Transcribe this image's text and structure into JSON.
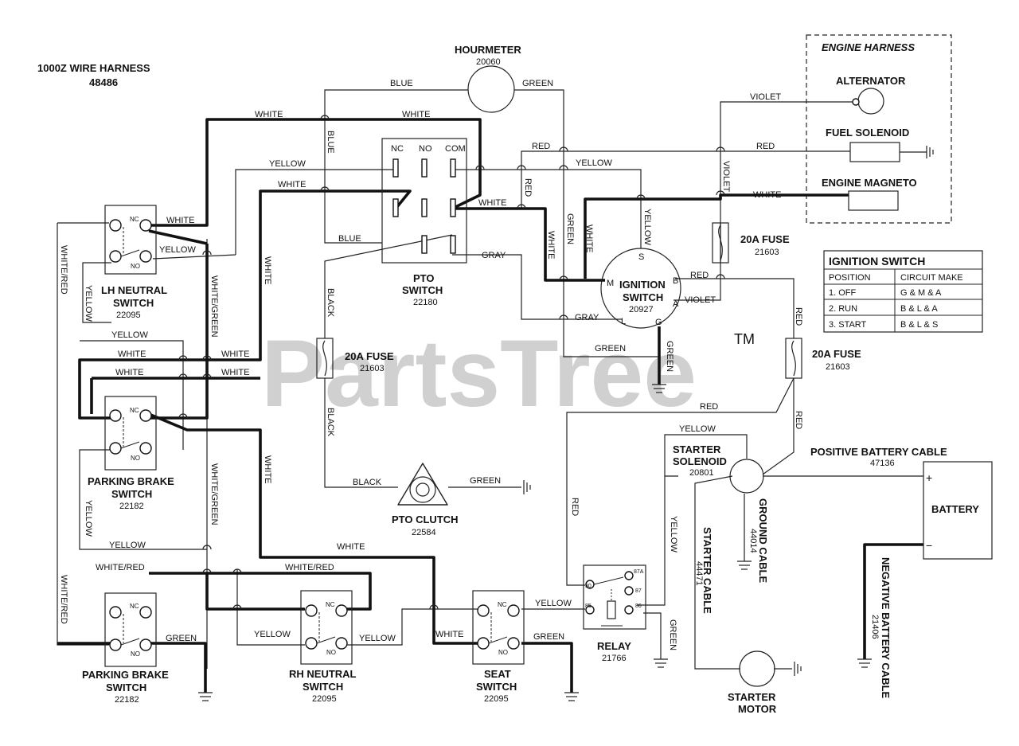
{
  "title": {
    "name": "1000Z WIRE HARNESS",
    "number": "48486"
  },
  "watermark": {
    "text": "PartsTree",
    "tm": "TM"
  },
  "engine_harness": {
    "title": "ENGINE HARNESS",
    "alternator": "ALTERNATOR",
    "fuel_solenoid": "FUEL SOLENOID",
    "engine_magneto": "ENGINE MAGNETO"
  },
  "components": {
    "hourmeter": {
      "name": "HOURMETER",
      "number": "20060"
    },
    "pto_switch": {
      "name1": "PTO",
      "name2": "SWITCH",
      "number": "22180",
      "nc": "NC",
      "no": "NO",
      "com": "COM"
    },
    "ignition_switch": {
      "name1": "IGNITION",
      "name2": "SWITCH",
      "number": "20927",
      "m": "M",
      "b": "B",
      "a": "A",
      "g": "G",
      "l": "L",
      "s": "S"
    },
    "lh_neutral": {
      "name1": "LH NEUTRAL",
      "name2": "SWITCH",
      "number": "22095"
    },
    "parking_brake_1": {
      "name1": "PARKING BRAKE",
      "name2": "SWITCH",
      "number": "22182"
    },
    "parking_brake_2": {
      "name1": "PARKING BRAKE",
      "name2": "SWITCH",
      "number": "22182"
    },
    "rh_neutral": {
      "name1": "RH NEUTRAL",
      "name2": "SWITCH",
      "number": "22095"
    },
    "seat_switch": {
      "name1": "SEAT",
      "name2": "SWITCH",
      "number": "22095"
    },
    "fuse_center": {
      "name": "20A FUSE",
      "number": "21603"
    },
    "fuse_top": {
      "name": "20A FUSE",
      "number": "21603"
    },
    "fuse_right": {
      "name": "20A FUSE",
      "number": "21603"
    },
    "pto_clutch": {
      "name": "PTO CLUTCH",
      "number": "22584"
    },
    "relay": {
      "name": "RELAY",
      "number": "21766",
      "p30": "30",
      "p87a": "87A",
      "p87": "87",
      "p85": "85",
      "p86": "86"
    },
    "starter_solenoid": {
      "name1": "STARTER",
      "name2": "SOLENOID",
      "number": "20801"
    },
    "battery": {
      "name": "BATTERY",
      "plus": "+",
      "minus": "−"
    },
    "pos_cable": {
      "name": "POSITIVE BATTERY CABLE",
      "number": "47136"
    },
    "neg_cable": {
      "name": "NEGATIVE BATTERY CABLE",
      "number": "21406"
    },
    "ground_cable": {
      "name": "GROUND CABLE",
      "number": "44014"
    },
    "starter_cable": {
      "name": "STARTER CABLE",
      "number": "44471"
    },
    "starter_motor": {
      "name1": "STARTER",
      "name2": "MOTOR"
    },
    "switch_nc": "NC",
    "switch_no": "NO"
  },
  "ignition_table": {
    "title": "IGNITION SWITCH",
    "headers": [
      "POSITION",
      "CIRCUIT MAKE"
    ],
    "rows": [
      [
        "1. OFF",
        "G & M & A"
      ],
      [
        "2. RUN",
        "B & L & A"
      ],
      [
        "3. START",
        "B & L & S"
      ]
    ]
  },
  "wire_colors": {
    "white": "WHITE",
    "blue": "BLUE",
    "green": "GREEN",
    "yellow": "YELLOW",
    "red": "RED",
    "violet": "VIOLET",
    "gray": "GRAY",
    "black": "BLACK",
    "white_red": "WHITE/RED",
    "white_green": "WHITE/GREEN"
  }
}
